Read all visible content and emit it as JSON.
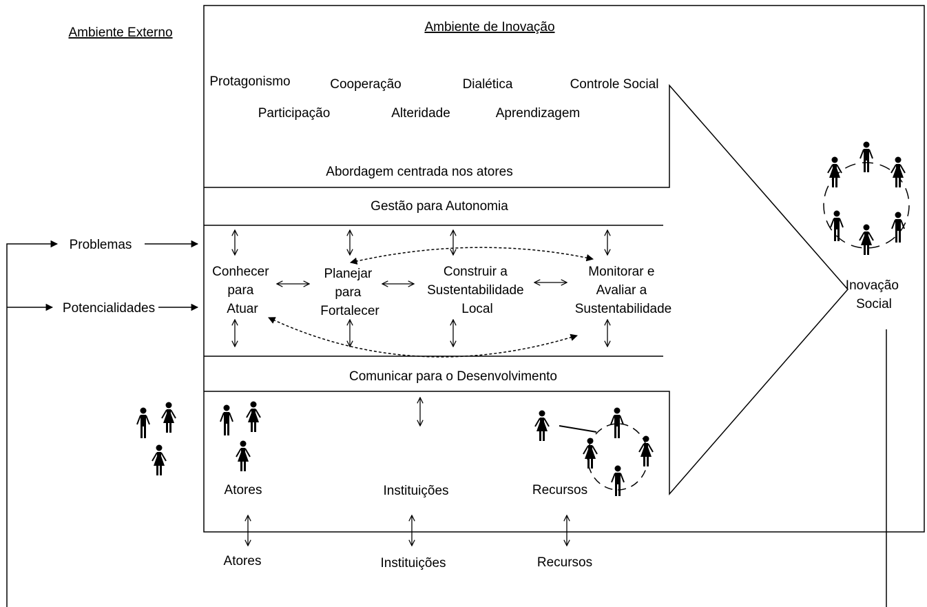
{
  "external_environment": {
    "title": "Ambiente Externo"
  },
  "innovation_environment": {
    "title": "Ambiente de Inovação",
    "principles": [
      "Protagonismo",
      "Cooperação",
      "Dialética",
      "Controle Social",
      "Participação",
      "Alteridade",
      "Aprendizagem"
    ],
    "approach": "Abordagem centrada nos atores"
  },
  "management": {
    "label": "Gestão para Autonomia"
  },
  "inputs": {
    "problems": "Problemas",
    "potentials": "Potencialidades"
  },
  "cycle": {
    "step1": [
      "Conhecer",
      "para",
      "Atuar"
    ],
    "step2": [
      "Planejar",
      "para",
      "Fortalecer"
    ],
    "step3": [
      "Construir a",
      "Sustentabilidade",
      "Local"
    ],
    "step4": [
      "Monitorar e",
      "Avaliar a",
      "Sustentabilidade"
    ]
  },
  "communication": {
    "label": "Comunicar para o Desenvolvimento"
  },
  "inner_resources": {
    "actors": "Atores",
    "institutions": "Instituições",
    "resources": "Recursos"
  },
  "outer_resources": {
    "actors": "Atores",
    "institutions": "Instituições",
    "resources": "Recursos"
  },
  "output": {
    "line1": "Inovação",
    "line2": "Social"
  }
}
